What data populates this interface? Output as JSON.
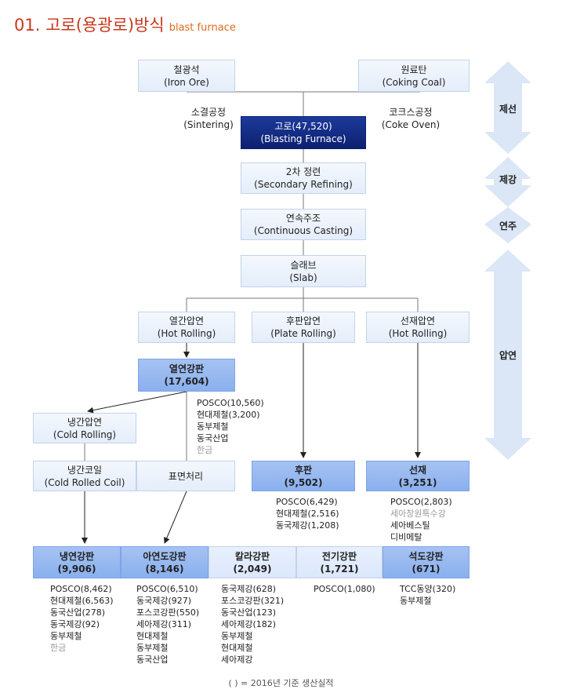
{
  "title": {
    "main": "01. 고로(용광로)방식",
    "sub": "blast furnace"
  },
  "nodes": {
    "iron_ore": [
      "철광석",
      "(Iron Ore)"
    ],
    "coking_coal": [
      "원료탄",
      "(Coking Coal)"
    ],
    "sintering": [
      "소결공정",
      "(Sintering)"
    ],
    "coke_oven": [
      "코크스공정",
      "(Coke Oven)"
    ],
    "blast_furnace": [
      "고로(47,520)",
      "(Blasting Furnace)"
    ],
    "secondary": [
      "2차 정련",
      "(Secondary Refining)"
    ],
    "casting": [
      "연속주조",
      "(Continuous Casting)"
    ],
    "slab": [
      "슬래브",
      "(Slab)"
    ],
    "hot_rolling": [
      "열간압연",
      "(Hot Rolling)"
    ],
    "plate_rolling": [
      "후판압연",
      "(Plate Rolling)"
    ],
    "wire_rolling": [
      "선재압연",
      "(Hot Rolling)"
    ],
    "hot_sheet": [
      "열연강판",
      "(17,604)"
    ],
    "cold_rolling": [
      "냉간압연",
      "(Cold Rolling)"
    ],
    "cold_coil": [
      "냉간코일",
      "(Cold Rolled Coil)"
    ],
    "surface": [
      "표면처리"
    ],
    "plate": [
      "후판",
      "(9,502)"
    ],
    "wire": [
      "선재",
      "(3,251)"
    ],
    "p1": [
      "냉연강판",
      "(9,906)"
    ],
    "p2": [
      "아연도강판",
      "(8,146)"
    ],
    "p3": [
      "칼라강판",
      "(2,049)"
    ],
    "p4": [
      "전기강판",
      "(1,721)"
    ],
    "p5": [
      "석도강판",
      "(671)"
    ]
  },
  "lists": {
    "hot_sheet": [
      {
        "t": "POSCO(10,560)",
        "g": false
      },
      {
        "t": "현대제철(3,200)",
        "g": false
      },
      {
        "t": "동부제철",
        "g": false
      },
      {
        "t": "동국산업",
        "g": false
      },
      {
        "t": "한금",
        "g": true
      }
    ],
    "plate": [
      {
        "t": "POSCO(6,429)",
        "g": false
      },
      {
        "t": "현대제철(2,516)",
        "g": false
      },
      {
        "t": "동국제강(1,208)",
        "g": false
      }
    ],
    "wire": [
      {
        "t": "POSCO(2,803)",
        "g": false
      },
      {
        "t": "세아창원특수강",
        "g": true
      },
      {
        "t": "세아베스틸",
        "g": false
      },
      {
        "t": "디비메탈",
        "g": false
      }
    ],
    "p1": [
      {
        "t": "POSCO(8,462)",
        "g": false
      },
      {
        "t": "현대제철(6,563)",
        "g": false
      },
      {
        "t": "동국산업(278)",
        "g": false
      },
      {
        "t": "동국제강(92)",
        "g": false
      },
      {
        "t": "동부제철",
        "g": false
      },
      {
        "t": "한금",
        "g": true
      }
    ],
    "p2": [
      {
        "t": "POSCO(6,510)",
        "g": false
      },
      {
        "t": "동국제강(927)",
        "g": false
      },
      {
        "t": "포스코강판(550)",
        "g": false
      },
      {
        "t": "세아제강(311)",
        "g": false
      },
      {
        "t": "현대제철",
        "g": false
      },
      {
        "t": "동부제철",
        "g": false
      },
      {
        "t": "동국산업",
        "g": false
      }
    ],
    "p3": [
      {
        "t": "동국제강(628)",
        "g": false
      },
      {
        "t": "포스코강판(321)",
        "g": false
      },
      {
        "t": "동국산업(123)",
        "g": false
      },
      {
        "t": "세아제강(182)",
        "g": false
      },
      {
        "t": "동부제철",
        "g": false
      },
      {
        "t": "현대제철",
        "g": false
      },
      {
        "t": "세아제강",
        "g": false
      }
    ],
    "p4": [
      {
        "t": "POSCO(1,080)",
        "g": false
      }
    ],
    "p5": [
      {
        "t": "TCC동양(320)",
        "g": false
      },
      {
        "t": "동부제철",
        "g": false
      }
    ]
  },
  "stages": {
    "s1": "제선",
    "s2": "제강",
    "s3": "연주",
    "s4": "압연"
  },
  "footnote": "( ) = 2016년 기준 생산실적",
  "colors": {
    "title": "#c8371d",
    "subtitle": "#e06a1d",
    "dark_box": "#0c2070",
    "mid_box": "#8ab0ee",
    "arrow": "#dbe6f6"
  }
}
